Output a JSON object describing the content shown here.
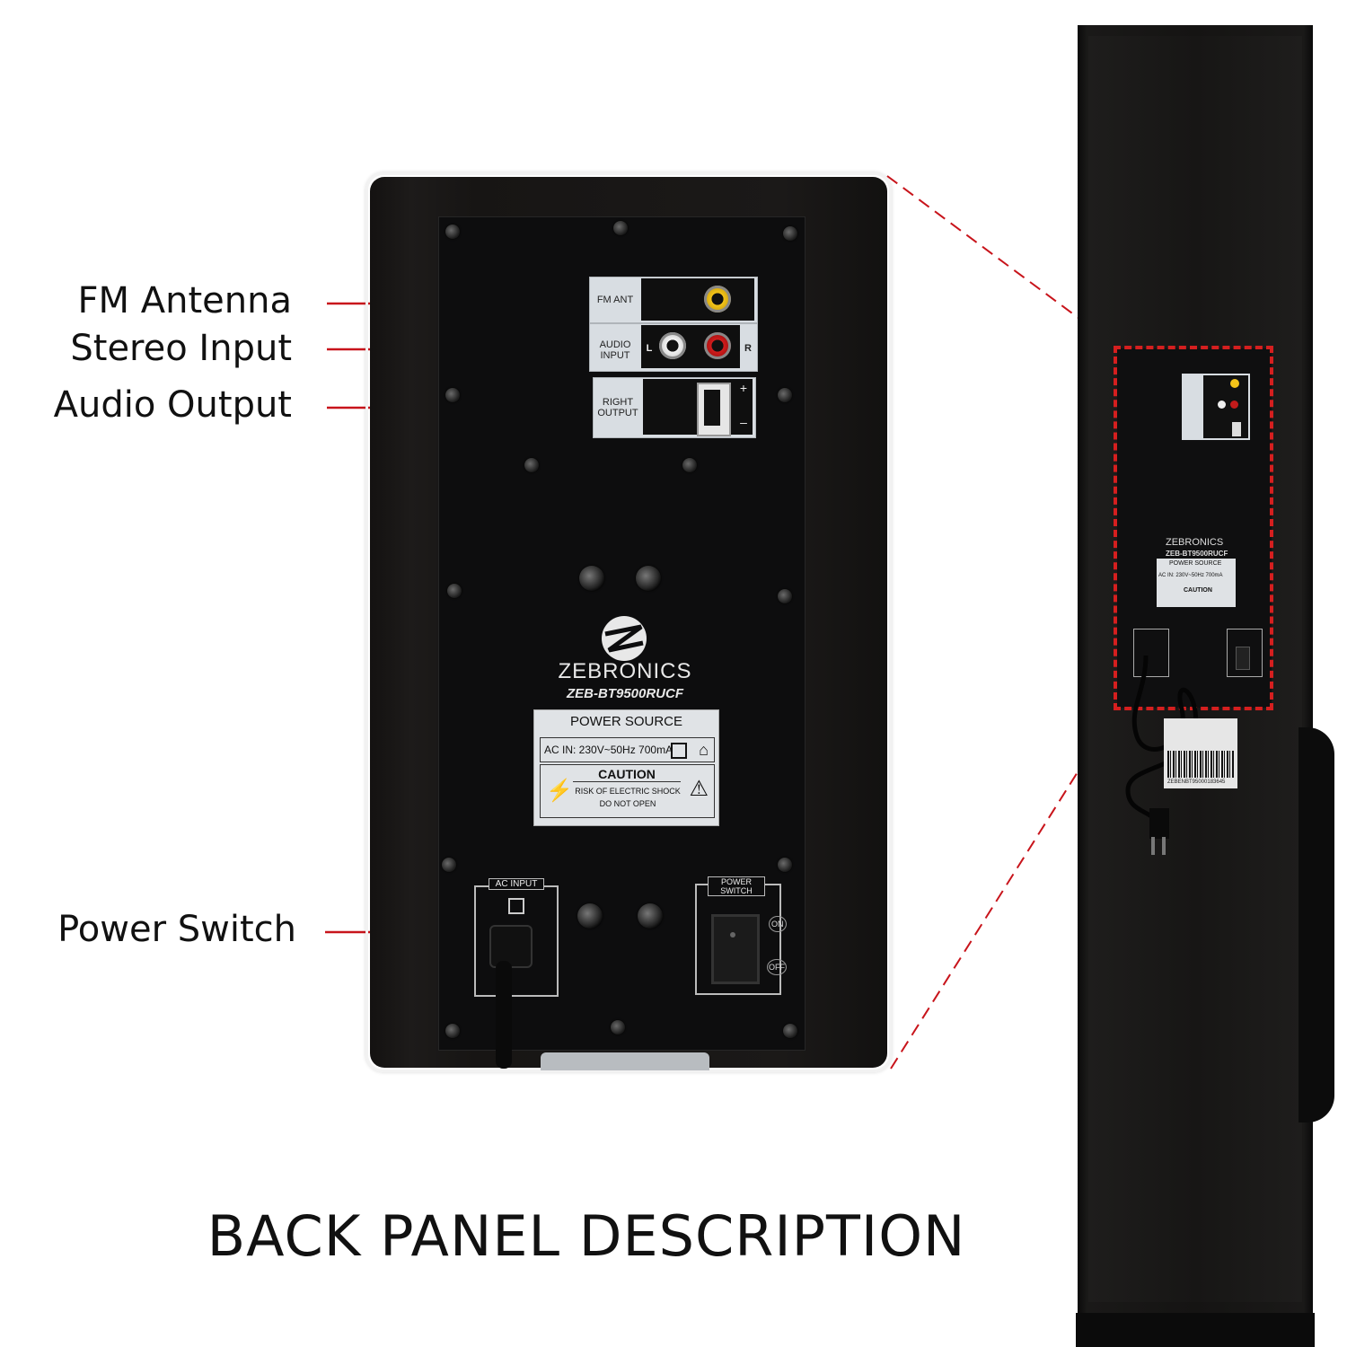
{
  "callouts": {
    "fm_antenna": "FM Antenna",
    "stereo_input": "Stereo Input",
    "audio_output": "Audio Output",
    "power_switch": "Power Switch"
  },
  "heading": "BACK PANEL DESCRIPTION",
  "panel": {
    "fm_ant_label": "FM ANT",
    "audio_input_label_1": "AUDIO",
    "audio_input_label_2": "INPUT",
    "left_mark": "L",
    "right_mark": "R",
    "right_output_1": "RIGHT",
    "right_output_2": "OUTPUT",
    "plus": "+",
    "minus": "–",
    "brand": "ZEBRONICS",
    "model": "ZEB-BT9500RUCF",
    "power_source": "POWER SOURCE",
    "ac_in": "AC IN: 230V~50Hz  700mA",
    "caution": "CAUTION",
    "risk_1": "RISK OF ELECTRIC SHOCK",
    "risk_2": "DO NOT OPEN",
    "ac_input": "AC INPUT",
    "power_switch_label": "POWER SWITCH",
    "on": "ON",
    "off": "OFF"
  },
  "tower": {
    "brand": "ZEBRONICS",
    "model": "ZEB-BT9500RUCF",
    "power_source": "POWER SOURCE",
    "ac_in": "AC IN: 230V~50Hz 700mA",
    "caution": "CAUTION",
    "barcode_text": "ZEBENBT95000183645"
  },
  "colors": {
    "callout_line": "#c8141b",
    "highlight_dash": "#d51f1f"
  }
}
